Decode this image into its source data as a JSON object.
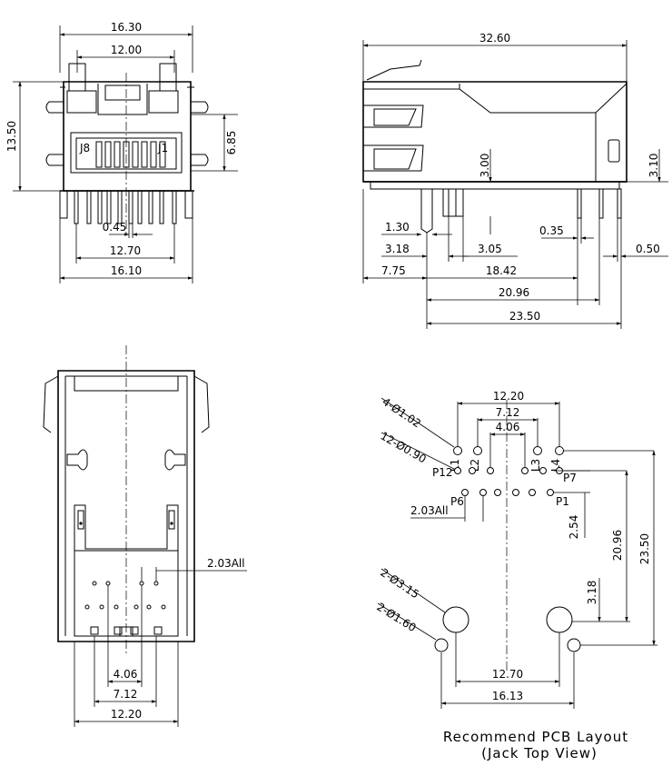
{
  "front_view": {
    "overall_width": "16.30",
    "top_inner_width": "12.00",
    "overall_height": "13.50",
    "jack_height": "6.85",
    "pin_label_left": "J8",
    "pin_label_right": "J1",
    "pin_width": "0.45",
    "pin_span": "12.70",
    "base_width": "16.10"
  },
  "side_view": {
    "overall_length": "32.60",
    "dim_3_00": "3.00",
    "dim_3_10": "3.10",
    "dim_1_30": "1.30",
    "dim_3_18": "3.18",
    "dim_3_05": "3.05",
    "dim_0_35": "0.35",
    "dim_0_50": "0.50",
    "dim_7_75": "7.75",
    "dim_18_42": "18.42",
    "dim_20_96": "20.96",
    "dim_23_50": "23.50"
  },
  "bottom_view": {
    "pitch": "2.03All",
    "inner_span": "4.06",
    "mid_span": "7.12",
    "outer_span": "12.20"
  },
  "pcb_layout": {
    "led_span_outer": "12.20",
    "led_span_mid": "7.12",
    "led_span_inner": "4.06",
    "led_holes": "4-Ø1.02",
    "signal_holes": "12-Ø0.90",
    "led_labels": [
      "L1",
      "L2",
      "L3",
      "L4"
    ],
    "pin_labels": {
      "p12": "P12",
      "p7": "P7",
      "p6": "P6",
      "p1": "P1"
    },
    "pitch": "2.03All",
    "row_offset": "2.54",
    "depth_1": "20.96",
    "depth_2": "23.50",
    "post_offset": "3.18",
    "post_holes": "2-Ø3.15",
    "mount_holes": "2-Ø1.60",
    "post_span": "12.70",
    "mount_span": "16.13",
    "caption_line1": "Recommend PCB Layout",
    "caption_line2": "(Jack Top View)"
  }
}
